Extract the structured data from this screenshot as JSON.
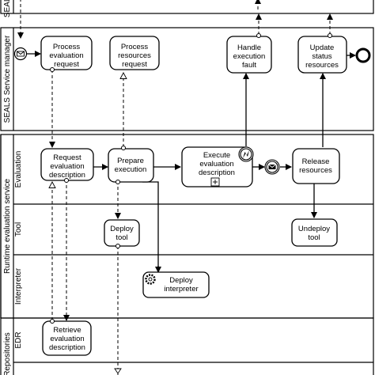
{
  "pools": {
    "top_cut": "SEALS",
    "service_manager": "SEALS Service manager",
    "runtime": "Runtime evaluation service",
    "repositories": "Repositories"
  },
  "lanes": {
    "evaluation": "Evaluation",
    "tool": "Tool",
    "interpreter": "Interpreter",
    "edr": "EDR"
  },
  "tasks": {
    "process_eval_request": [
      "Process",
      "evaluation",
      "request"
    ],
    "process_resources_request": [
      "Process",
      "resources",
      "request"
    ],
    "handle_execution_fault": [
      "Handle",
      "execution",
      "fault"
    ],
    "update_status_resources": [
      "Update",
      "status",
      "resources"
    ],
    "request_eval_description": [
      "Request",
      "evaluation",
      "description"
    ],
    "prepare_execution": [
      "Prepare",
      "execution"
    ],
    "execute_eval_description": [
      "Execute",
      "evaluation",
      "description"
    ],
    "release_resources": [
      "Release",
      "resources"
    ],
    "deploy_tool": [
      "Deploy",
      "tool"
    ],
    "undeploy_tool": [
      "Undeploy",
      "tool"
    ],
    "deploy_interpreter": [
      "Deploy",
      "interpreter"
    ],
    "retrieve_eval_description": [
      "Retrieve",
      "evaluation",
      "description"
    ]
  },
  "icons": {
    "message_start": "envelope-icon",
    "message_intermediate": "envelope-icon",
    "error_boundary": "lightning-icon",
    "subprocess_marker": "plus-square-icon",
    "service_task": "gear-icon",
    "end_event": "end-circle-icon"
  }
}
